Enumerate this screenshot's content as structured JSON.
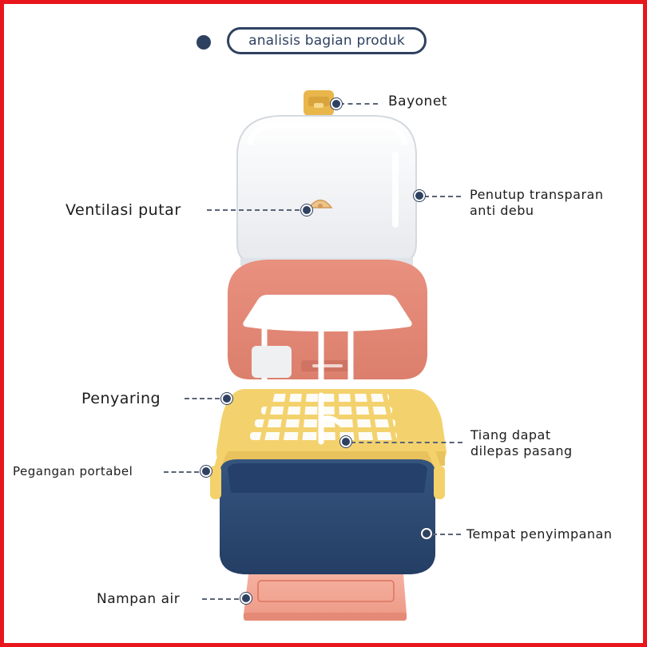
{
  "header": {
    "title": "analisis bagian produk"
  },
  "colors": {
    "frame": "#e8161c",
    "accent": "#2f4160",
    "lid": "#f1f3f5",
    "ring": "#e48a7a",
    "strainer": "#f3d26e",
    "base": "#2d4b77",
    "tray": "#f1a291",
    "handle": "#f4d16a"
  },
  "labels": {
    "bayonet": "Bayonet",
    "lid_line1": "Penutup transparan",
    "lid_line2": "anti debu",
    "vent": "Ventilasi putar",
    "strainer": "Penyaring",
    "pole_line1": "Tiang dapat",
    "pole_line2": "dilepas pasang",
    "handle": "Pegangan portabel",
    "storage": "Tempat penyimpanan",
    "tray": "Nampan air"
  }
}
